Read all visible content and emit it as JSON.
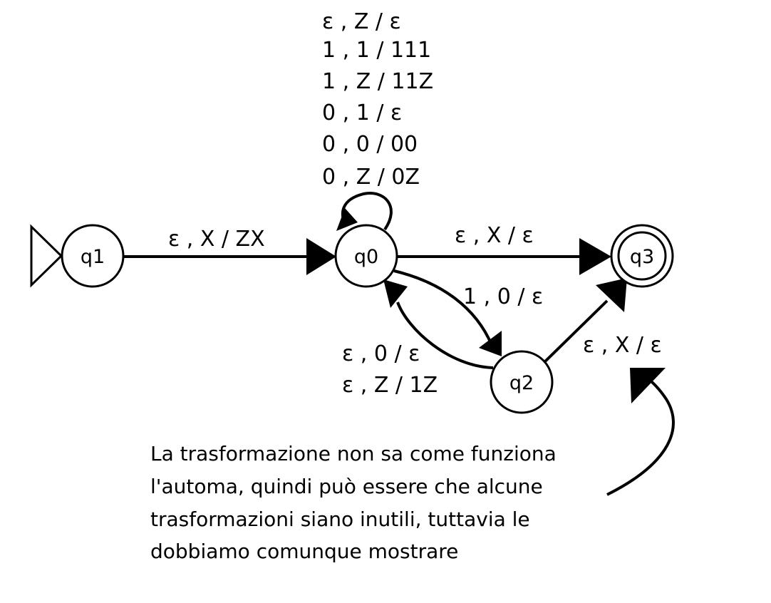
{
  "states": {
    "q1": "q1",
    "q0": "q0",
    "q2": "q2",
    "q3": "q3"
  },
  "loop_q0": [
    "ε  , Z / ε",
    "1 , 1 / 111",
    "1 , Z / 11Z",
    "0 , 1 / ε",
    "0 , 0 / 00",
    "0 , Z / 0Z"
  ],
  "edge_q1_q0": "ε , X / ZX",
  "edge_q0_q3": "ε , X / ε",
  "edge_q0_q2": "1 , 0 / ε",
  "edge_q2_q0": [
    "ε , 0 / ε",
    "ε , Z / 1Z"
  ],
  "edge_q2_q3": "ε , X / ε",
  "note": [
    "La trasformazione non sa come funziona",
    "l'automa, quindi può essere che alcune",
    "trasformazioni siano inutili, tuttavia le",
    "dobbiamo comunque mostrare"
  ]
}
